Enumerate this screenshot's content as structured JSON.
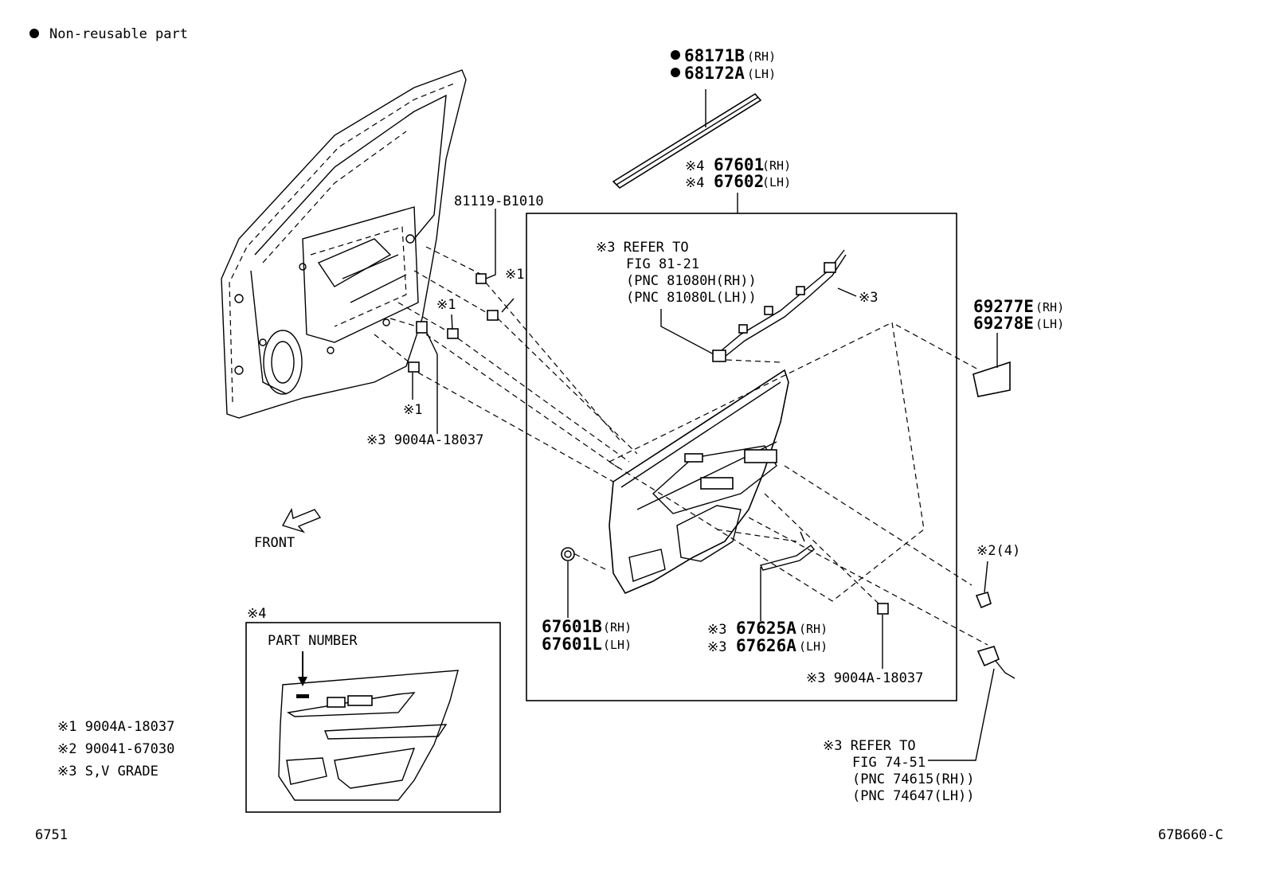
{
  "legend": {
    "symbol": "●",
    "text": "Non-reusable part"
  },
  "labels": {
    "weatherstrip_rh": "68171B",
    "weatherstrip_rh_side": "(RH)",
    "weatherstrip_lh": "68172A",
    "weatherstrip_lh_side": "(LH)",
    "panel_rh_mark": "※4",
    "panel_rh": "67601",
    "panel_rh_side": "(RH)",
    "panel_lh_mark": "※4",
    "panel_lh": "67602",
    "panel_lh_side": "(LH)",
    "clip_81119": "81119-B1010",
    "mark1_a": "※1",
    "mark1_b": "※1",
    "mark1_c": "※1",
    "clip_9004a_left": "※3 9004A-18037",
    "refer_81_l1": "※3 REFER TO",
    "refer_81_l2": "FIG 81-21",
    "refer_81_l3": "(PNC 81080H(RH))",
    "refer_81_l4": "(PNC 81080L(LH))",
    "wire_mark": "※3",
    "garnish_rh": "69277E",
    "garnish_rh_side": "(RH)",
    "garnish_lh": "69278E",
    "garnish_lh_side": "(LH)",
    "front_text": "FRONT",
    "screw_mark": "※2(4)",
    "clip_b_rh": "67601B",
    "clip_b_rh_side": "(RH)",
    "clip_b_lh": "67601L",
    "clip_b_lh_side": "(LH)",
    "bracket_rh_mark": "※3",
    "bracket_rh": "67625A",
    "bracket_rh_side": "(RH)",
    "bracket_lh_mark": "※3",
    "bracket_lh": "67626A",
    "bracket_lh_side": "(LH)",
    "clip_9004a_right": "※3 9004A-18037",
    "refer_74_l1": "※3 REFER TO",
    "refer_74_l2": "FIG 74-51",
    "refer_74_l3": "(PNC 74615(RH))",
    "refer_74_l4": "(PNC 74647(LH))",
    "inset_mark": "※4",
    "inset_title": "PART NUMBER",
    "note1": "※1 9004A-18037",
    "note2": "※2 90041-67030",
    "note3": "※3 S,V GRADE",
    "page_left": "6751",
    "page_right": "67B660-C"
  }
}
